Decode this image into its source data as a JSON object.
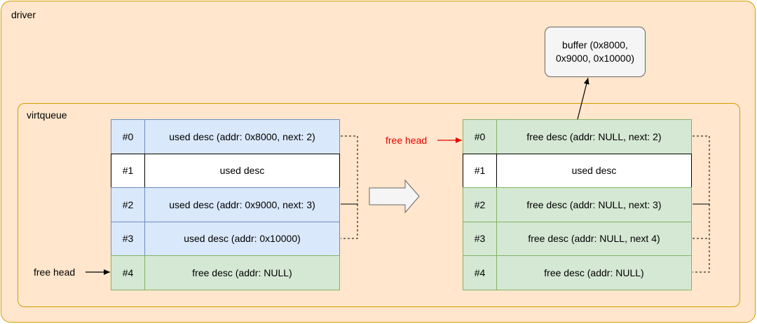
{
  "driver": {
    "label": "driver"
  },
  "virtqueue": {
    "label": "virtqueue"
  },
  "buffer": {
    "line1": "buffer (0x8000,",
    "line2": "0x9000, 0x10000)"
  },
  "before": {
    "free_head_label": "free head",
    "rows": [
      {
        "index": "#0",
        "desc": "used desc (addr: 0x8000, next: 2)",
        "state": "used"
      },
      {
        "index": "#1",
        "desc": "used desc",
        "state": "other"
      },
      {
        "index": "#2",
        "desc": "used desc (addr: 0x9000, next: 3)",
        "state": "used"
      },
      {
        "index": "#3",
        "desc": "used desc (addr: 0x10000)",
        "state": "used"
      },
      {
        "index": "#4",
        "desc": "free desc (addr: NULL)",
        "state": "free"
      }
    ]
  },
  "after": {
    "free_head_label": "free head",
    "rows": [
      {
        "index": "#0",
        "desc": "free desc (addr: NULL, next: 2)",
        "state": "free"
      },
      {
        "index": "#1",
        "desc": "used desc",
        "state": "other"
      },
      {
        "index": "#2",
        "desc": "free desc (addr: NULL, next: 3)",
        "state": "free"
      },
      {
        "index": "#3",
        "desc": "free desc (addr: NULL, next 4)",
        "state": "free"
      },
      {
        "index": "#4",
        "desc": "free desc (addr: NULL)",
        "state": "free"
      }
    ]
  },
  "colors": {
    "container_fill": "#ffe6cc",
    "container_border": "#d79b00",
    "used_fill": "#dae8fc",
    "free_fill": "#d5e8d4",
    "other_fill": "#ffffff",
    "free_head_after": "#e60000"
  }
}
